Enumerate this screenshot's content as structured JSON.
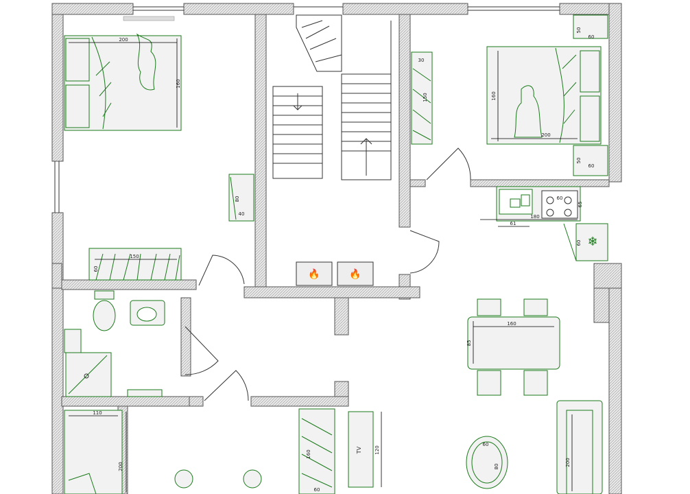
{
  "labels": {
    "tv": "TV"
  },
  "dimensions": {
    "bed1_width": "200",
    "bed1_length": "160",
    "nightstand1_h": "80",
    "nightstand1_w": "40",
    "wardrobe1_w": "150",
    "wardrobe1_d": "60",
    "bed2_width": "200",
    "bed2_length": "160",
    "wardrobe2_w": "30",
    "wardrobe2_h": "150",
    "ns_top_a": "50",
    "ns_top_b": "60",
    "ns_bot_a": "50",
    "ns_bot_b": "60",
    "kitchen_len": "180",
    "kitchen_sink": "61",
    "kitchen_hob": "60",
    "kitchen_depth": "65",
    "fridge": "60",
    "table_w": "160",
    "table_d": "85",
    "bed3_w": "110",
    "bed3_l": "200",
    "wardrobe3_h": "160",
    "wardrobe3_d": "60",
    "tv_len": "120",
    "coffee_w": "60",
    "coffee_l": "80",
    "sofa_l": "200"
  },
  "colors": {
    "furniture_stroke": "#1a7a1a",
    "wall_stroke": "#555555",
    "furniture_fill": "#f2f2f2"
  }
}
